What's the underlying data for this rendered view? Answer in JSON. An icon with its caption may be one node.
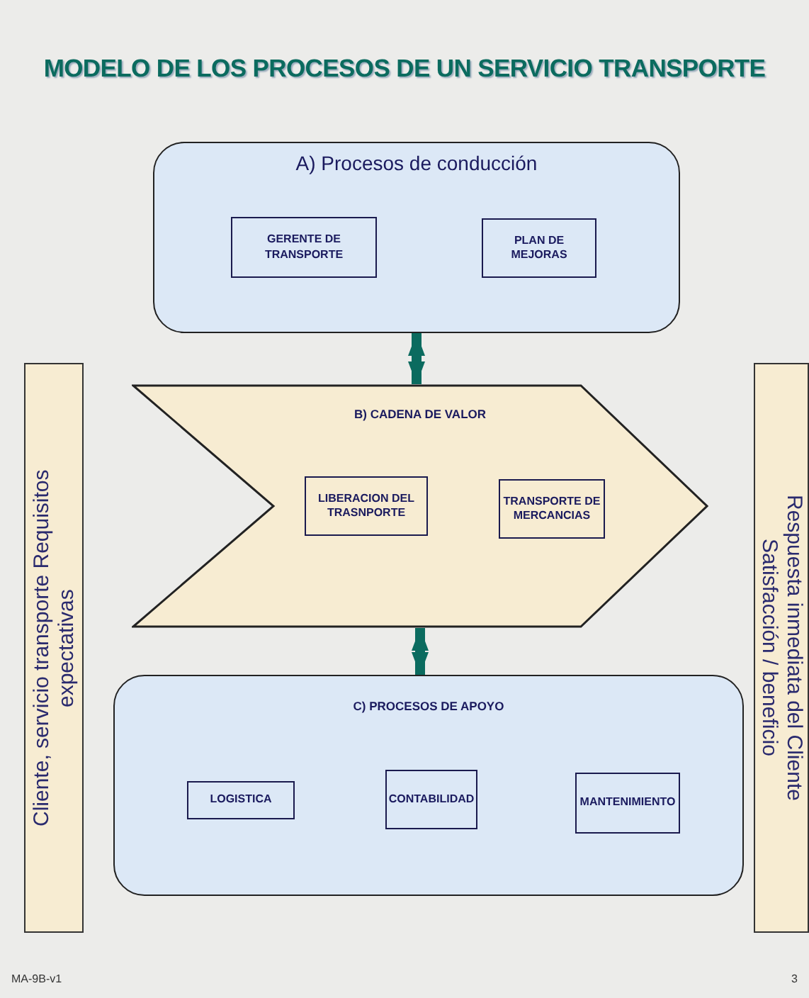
{
  "diagram": {
    "title": "MODELO DE LOS PROCESOS DE UN SERVICIO TRANSPORTE",
    "nodes": [
      {
        "text": [
          "Cliente, servicio transporte Requisitos expectativas"
        ]
      },
      {
        "text": [
          "A) Procesos de conducción"
        ]
      },
      {
        "text": [
          "GERENTE DE TRANSPORTE"
        ],
        "in": 1
      },
      {
        "text": [
          "PLAN DE MEJORAS"
        ],
        "in": 1
      },
      {
        "text": [
          "B) CADENA DE VALOR"
        ]
      },
      {
        "text": [
          "LIBERACION DEL TRASNPORTE"
        ],
        "in": 4
      },
      {
        "text": [
          "TRANSPORTE DE MERCANCIAS"
        ],
        "in": 4
      },
      {
        "text": [
          "C) PROCESOS DE APOYO"
        ]
      },
      {
        "text": [
          "LOGISTICA"
        ],
        "in": 7
      },
      {
        "text": [
          "CONTABILIDAD"
        ],
        "in": 7
      },
      {
        "text": [
          "MANTENIMIENTO"
        ],
        "in": 7
      },
      {
        "text": [
          "Respuesta inmediata del Cliente Satisfacción / beneficio"
        ]
      }
    ],
    "edges": [
      {
        "from": 1,
        "to": 4,
        "arrow": "both"
      },
      {
        "from": 4,
        "to": 7,
        "arrow": "both"
      }
    ],
    "labels": [
      "MA-9B-v1",
      "3"
    ]
  }
}
